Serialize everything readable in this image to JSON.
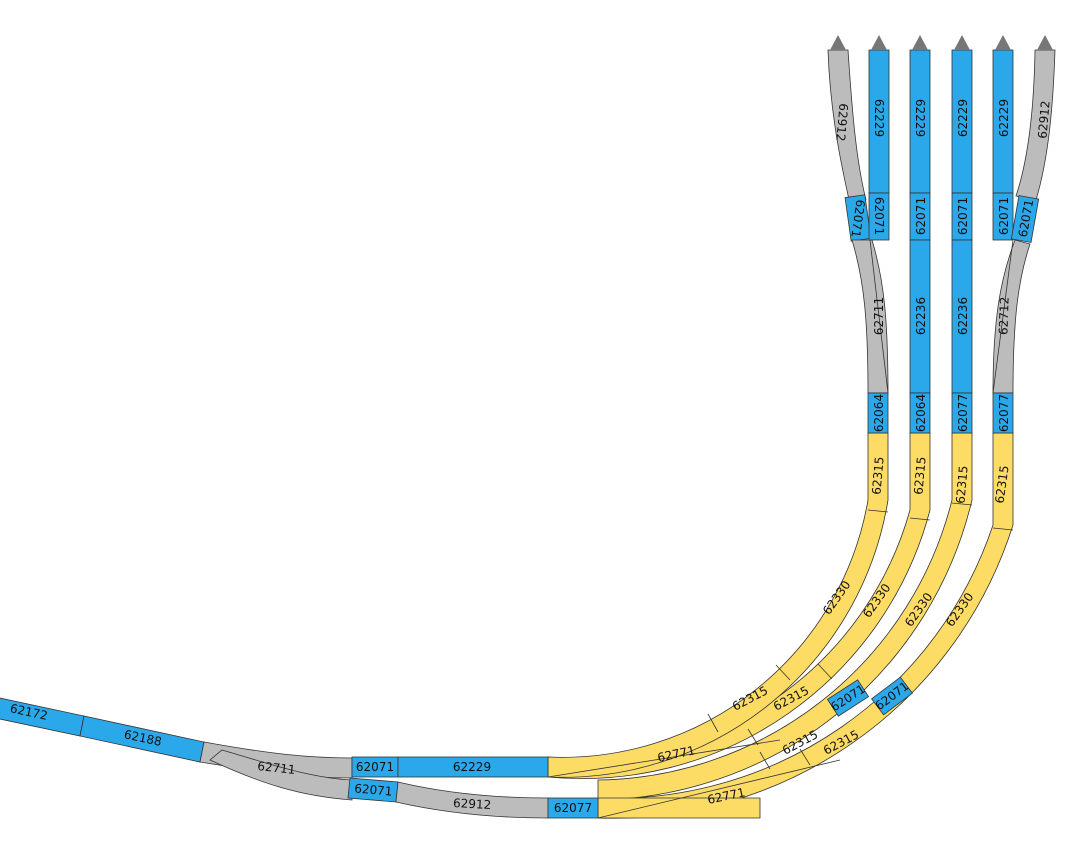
{
  "colors": {
    "blue": "#2aa8ea",
    "gray": "#bcbcbc",
    "yellow": "#fcdc64",
    "outline": "#333333",
    "arrow": "#777777"
  },
  "tracks": {
    "t1": {
      "top": "62912",
      "top2": "62071",
      "mid": "62711",
      "bot": "62064",
      "straight": "62315",
      "curve": "62330",
      "curve2": "62315",
      "link": "62771"
    },
    "t2": {
      "top": "62229",
      "top2": "62071"
    },
    "t3": {
      "top": "62229",
      "top2": "62071",
      "mid": "62236",
      "bot": "62064",
      "straight": "62315",
      "curve": "62330",
      "curve2": "62315"
    },
    "t4": {
      "top": "62229",
      "top2": "62071",
      "mid": "62236",
      "bot": "62077",
      "straight": "62315",
      "curve": "62330",
      "join": "62071",
      "curve2": "62315"
    },
    "t5": {
      "top": "62229",
      "top2": "62071",
      "mid": "62712",
      "bot": "62077",
      "straight": "62315",
      "curve": "62330",
      "join": "62071",
      "curve2": "62315",
      "link": "62771"
    },
    "t6": {
      "top": "62912",
      "top2": "62071"
    }
  },
  "lead": {
    "seg1": "62172",
    "seg2": "62188",
    "switch": "62711",
    "upperA": "62071",
    "upperB": "62229",
    "lowerA": "62071",
    "lowerB": "62912",
    "lowerC": "62077"
  }
}
